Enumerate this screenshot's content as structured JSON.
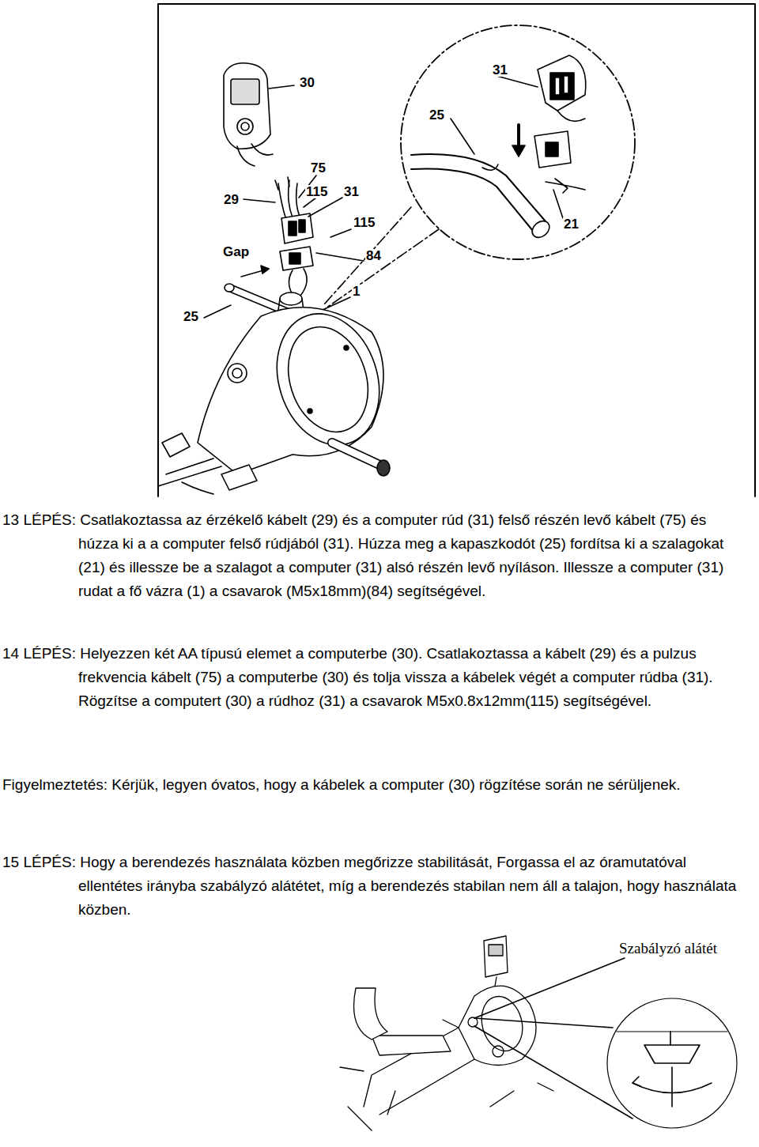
{
  "diagram": {
    "labels": [
      "30",
      "31",
      "25",
      "75",
      "115",
      "31",
      "29",
      "115",
      "21",
      "Gap",
      "84",
      "1",
      "25",
      "13 LÉPÉS: Csatlakoztassa az érzékelő kábelt (29) és a computer rúd (31) felső részén levő kábelt (75) és húzza ki a a computer felső rúdjából (31). Húzza meg a kapaszkodót (25) fordítsa ki a szalagokat (21) és illessze be a szalagot a computer (31) alsó részén levő nyíláson. Illessze a computer (31) rudat a fő vázra (1) a csavarok (M5x18mm)(84) segítségével.",
      "14 LÉPÉS: Helyezzen két AA típusú elemet a computerbe (30). Csatlakoztassa a kábelt (29) és a pulzus frekvencia kábelt (75) a computerbe (30) és tolja vissza a kábelek végét a computer rúdba (31). Rögzítse a computert (30) a rúdhoz (31) a csavarok M5x0.8x12mm(115) segítségével.",
      "Figyelmeztetés: Kérjük, legyen óvatos, hogy a kábelek a computer (30) rögzítése során ne sérüljenek.",
      "15 LÉPÉS: Hogy a berendezés használata közben megőrizze stabilitását, Forgassa el az óramutatóval ellentétes irányba szabályzó alátétet, míg a berendezés stabilan nem áll a talajon, hogy használata közben.",
      "Szabályzó alátét"
    ]
  }
}
